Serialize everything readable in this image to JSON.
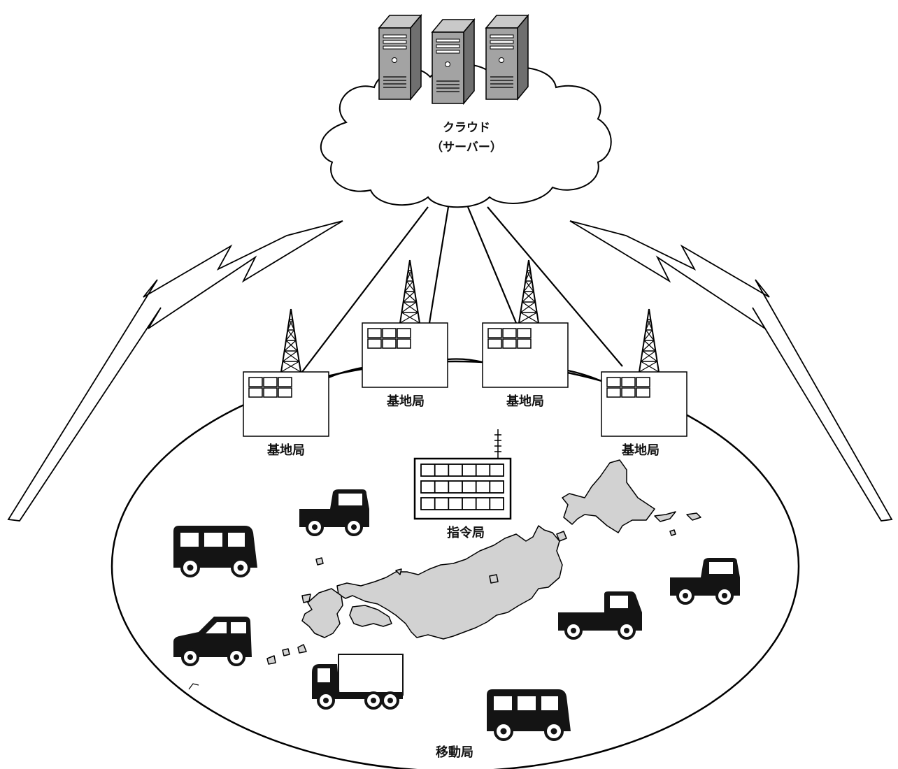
{
  "cloud": {
    "line1": "クラウド",
    "line2": "（サーバー）"
  },
  "base_stations": [
    {
      "label": "基地局"
    },
    {
      "label": "基地局"
    },
    {
      "label": "基地局"
    },
    {
      "label": "基地局"
    }
  ],
  "command_station": {
    "label": "指令局"
  },
  "mobile_stations": {
    "label": "移動局"
  },
  "colors": {
    "line": "#000000",
    "server": "#9a9a9a",
    "map": "#d2d2d2",
    "vehicle": "#141414"
  },
  "icons": [
    "server-icon",
    "cloud-icon",
    "antenna-tower-icon",
    "building-icon",
    "lightning-bolt-icon",
    "bus-icon",
    "pickup-truck-icon",
    "car-icon",
    "box-truck-icon",
    "japan-map-icon"
  ]
}
